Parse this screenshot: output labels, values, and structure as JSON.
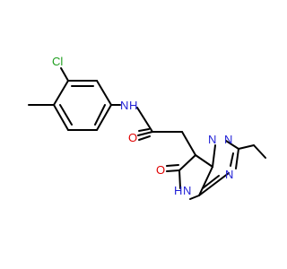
{
  "molecule": {
    "atom_labels": {
      "cl": "Cl",
      "nh_amide": "N",
      "h_amide": "H",
      "o_amide": "O",
      "n1": "N",
      "n2": "N",
      "n3": "N",
      "nh_ring": "N",
      "h_ring": "H",
      "o_ring": "O"
    },
    "colors": {
      "carbon_bond": "#000000",
      "nitrogen": "#1f1fd6",
      "oxygen": "#e00000",
      "chlorine": "#1e9e1e"
    }
  }
}
